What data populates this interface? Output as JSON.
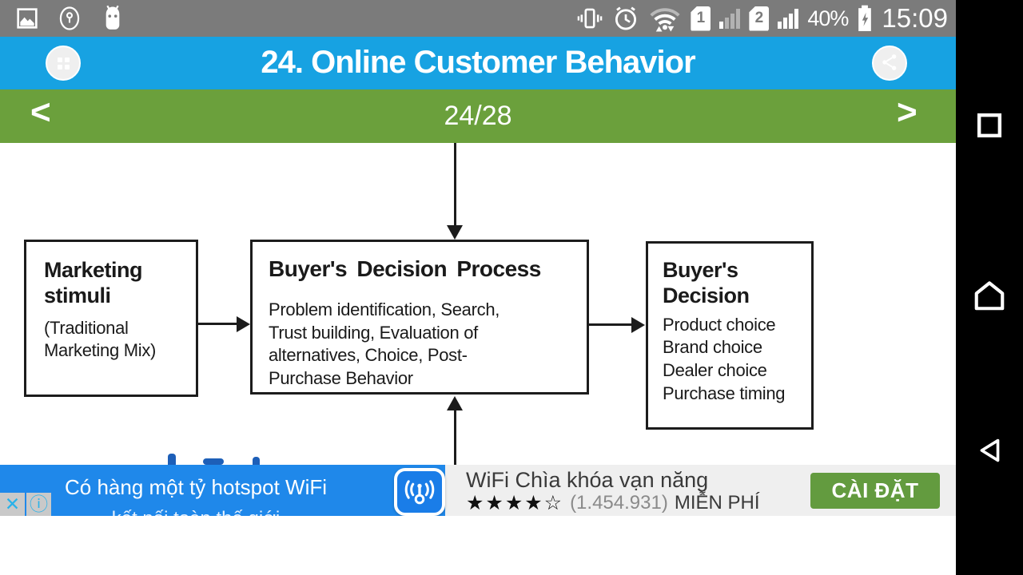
{
  "status_bar": {
    "time": "15:09",
    "battery_percent": "40%",
    "sim1_label": "1",
    "sim2_label": "2"
  },
  "app_bar": {
    "title": "24. Online Customer Behavior"
  },
  "pager": {
    "prev_label": "<",
    "position": "24/28",
    "next_label": ">"
  },
  "diagram": {
    "boxes": [
      {
        "title": "Marketing stimuli",
        "subtitle": "(Traditional Marketing Mix)"
      },
      {
        "title": "Buyer's Decision Process",
        "lines": [
          "Problem identification, Search,",
          "Trust building, Evaluation of",
          "alternatives, Choice, Post-",
          "Purchase Behavior"
        ]
      },
      {
        "title_line1": "Buyer's",
        "title_line2": "Decision",
        "lines": [
          "Product choice",
          "Brand choice",
          "Dealer choice",
          "Purchase timing"
        ]
      }
    ]
  },
  "ad": {
    "promo_line1": "Có hàng một tỷ hotspot WiFi",
    "promo_line2": "kết nối toàn thế giới",
    "close_label": "✕",
    "info_label": "ⓘ",
    "app_name": "WiFi Chìa khóa vạn năng",
    "stars": "★★★★☆",
    "rating_count": "(1.454.931)",
    "price": "MIỄN PHÍ",
    "cta": "CÀI ĐẶT"
  },
  "colors": {
    "status_bar_gray": "#7b7b7b",
    "header_blue": "#17a2e2",
    "pager_green": "#6ba03c",
    "ad_blue": "#1f88ea",
    "cta_green": "#639b3f",
    "nav_black": "#000000"
  }
}
